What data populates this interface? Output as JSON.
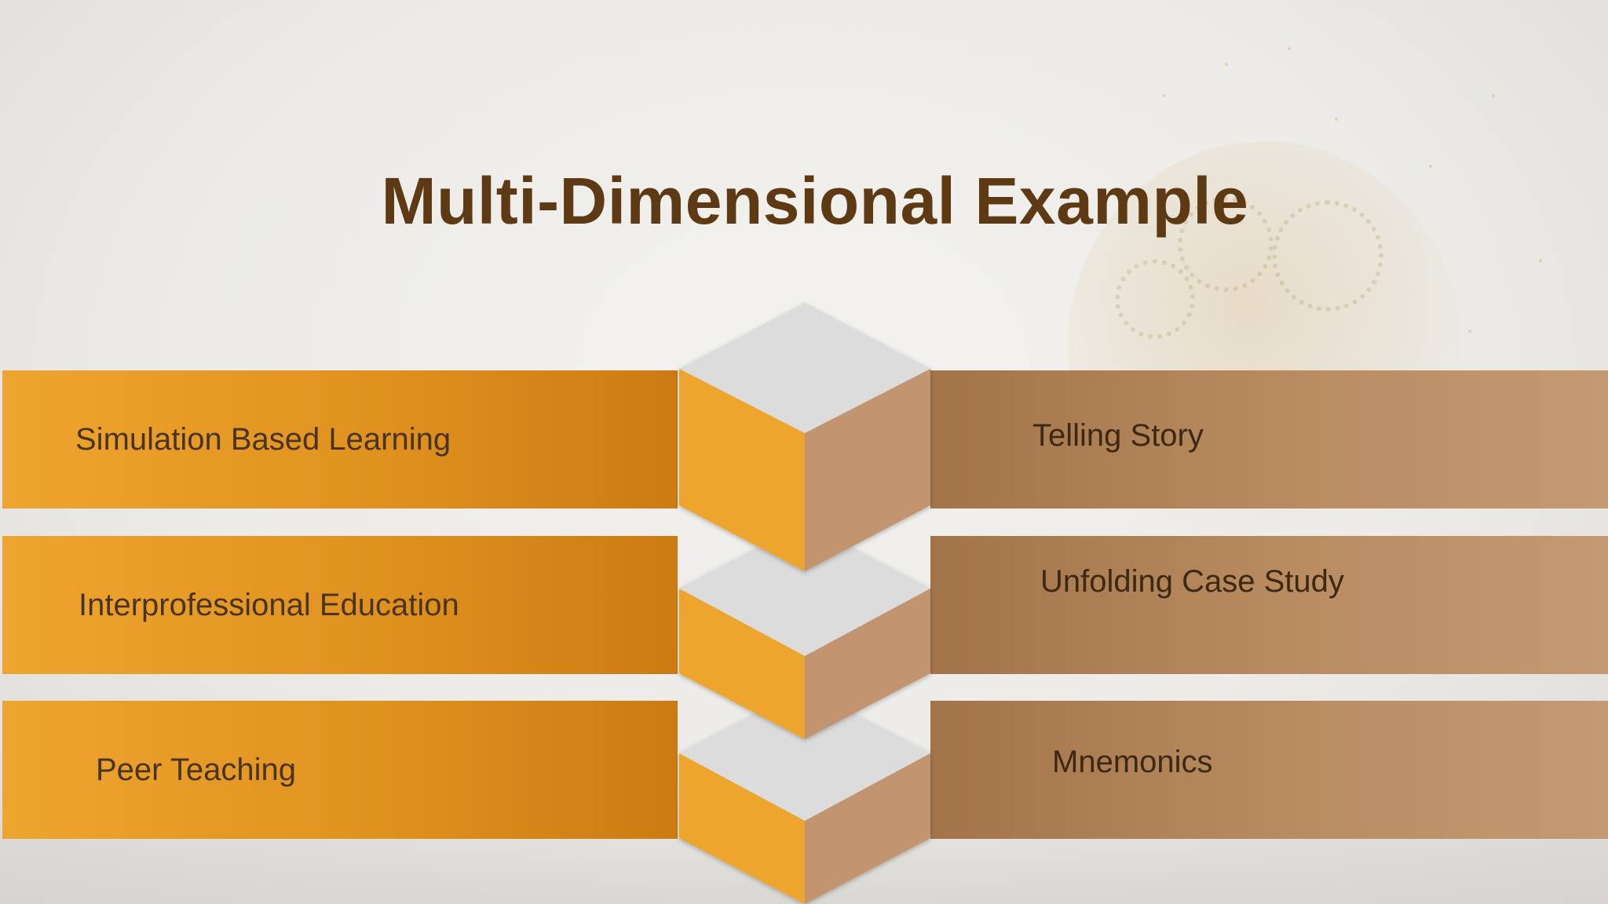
{
  "slide": {
    "title": "Multi-Dimensional Example"
  },
  "left_items": [
    {
      "label": "Simulation Based Learning"
    },
    {
      "label": "Interprofessional Education"
    },
    {
      "label": "Peer Teaching"
    }
  ],
  "right_items": [
    {
      "label": "Telling Story"
    },
    {
      "label": "Unfolding Case Study"
    },
    {
      "label": "Mnemonics"
    }
  ],
  "colors": {
    "title": "#5e3a14",
    "left_bar": "#e0921f",
    "right_bar": "#b98c62",
    "cube_left_face": "#eea52f",
    "cube_right_face": "#c29570",
    "cube_top_face": "#dcdcdc"
  }
}
